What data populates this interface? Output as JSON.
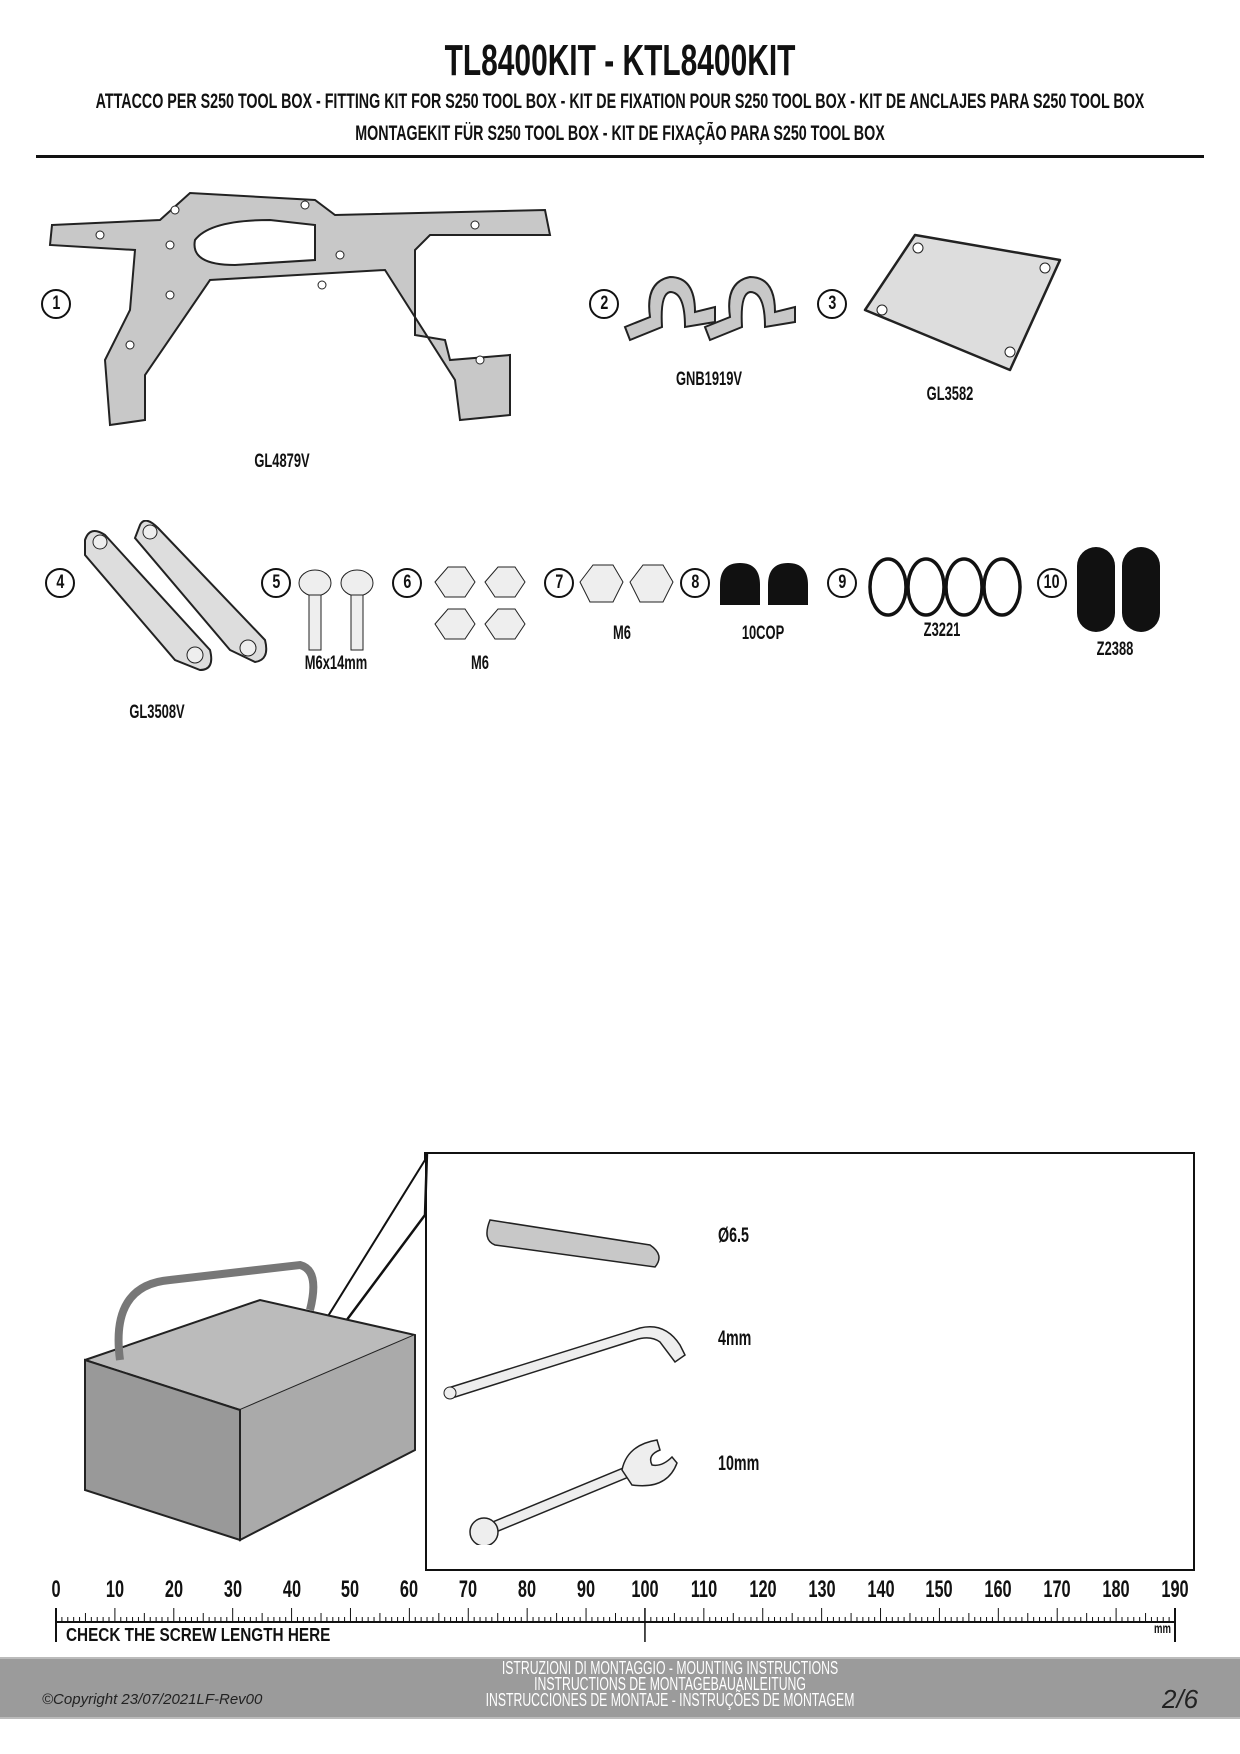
{
  "header": {
    "title": "TL8400KIT - KTL8400KIT",
    "subtitle_line1": "ATTACCO  PER S250 TOOL BOX - FITTING KIT FOR S250 TOOL BOX - KIT DE FIXATION POUR S250 TOOL BOX - KIT DE ANCLAJES PARA S250 TOOL BOX",
    "subtitle_line2": "MONTAGEKIT FÜR S250 TOOL BOX - KIT DE FIXAÇÃO PARA S250 TOOL BOX"
  },
  "parts": [
    {
      "number": "1",
      "code": "GL4879V"
    },
    {
      "number": "2",
      "code": "GNB1919V"
    },
    {
      "number": "3",
      "code": "GL3582"
    },
    {
      "number": "4",
      "code": "GL3508V"
    },
    {
      "number": "5",
      "code": "M6x14mm"
    },
    {
      "number": "6",
      "code": "M6"
    },
    {
      "number": "7",
      "code": "M6"
    },
    {
      "number": "8",
      "code": "10COP"
    },
    {
      "number": "9",
      "code": "Z3221"
    },
    {
      "number": "10",
      "code": "Z2388"
    }
  ],
  "tools": [
    {
      "label": "Ø6.5",
      "icon": "drill-bit-icon"
    },
    {
      "label": "4mm",
      "icon": "hex-key-icon"
    },
    {
      "label": "10mm",
      "icon": "wrench-icon"
    }
  ],
  "ruler": {
    "labels": [
      "0",
      "10",
      "20",
      "30",
      "40",
      "50",
      "60",
      "70",
      "80",
      "90",
      "100",
      "110",
      "120",
      "130",
      "140",
      "150",
      "160",
      "170",
      "180",
      "190"
    ],
    "max_mm": 190,
    "unit": "mm",
    "caption": "CHECK THE SCREW LENGTH HERE"
  },
  "footer": {
    "line1": "ISTRUZIONI DI MONTAGGIO  -  MOUNTING INSTRUCTIONS",
    "line2": "INSTRUCTIONS DE MONTAGEBAUANLEITUNG",
    "line3": "INSTRUCCIONES DE MONTAJE - INSTRUÇÕES DE MONTAGEM",
    "copyright": "©Copyright 23/07/2021LF-Rev00",
    "page": "2/6"
  },
  "colors": {
    "footer_band": "#9b9b9b",
    "part_fill": "#c8c8c8"
  }
}
